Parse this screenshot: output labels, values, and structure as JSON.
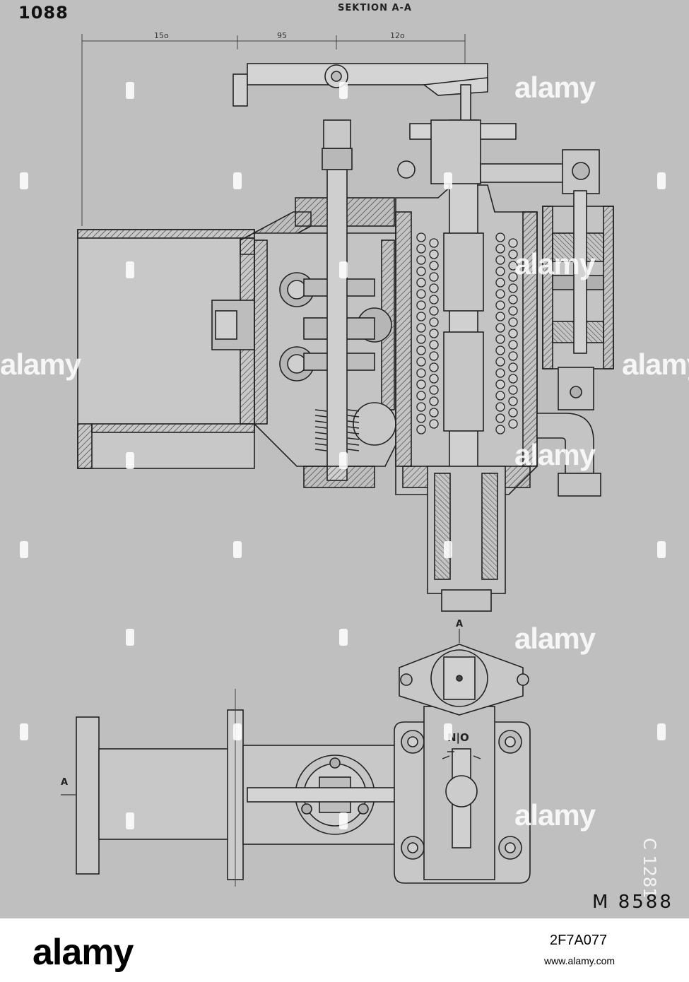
{
  "drawing": {
    "sheet_number": "1088",
    "section_title": "SEKTION A-A",
    "dimensions": [
      "15o",
      "95",
      "12o"
    ],
    "plan_view_section_mark": "A",
    "plan_view_side_mark": "A",
    "valve_label": "N|O",
    "archive_number": "M 8588",
    "side_stamp": "C 1281"
  },
  "watermark": {
    "text": "alamy"
  },
  "footer": {
    "logo": "alamy",
    "image_id": "2F7A077",
    "url": "www.alamy.com"
  },
  "colors": {
    "paper": "#bfbfbf",
    "line": "#2a2a2a",
    "footer_bg": "#ffffff"
  }
}
